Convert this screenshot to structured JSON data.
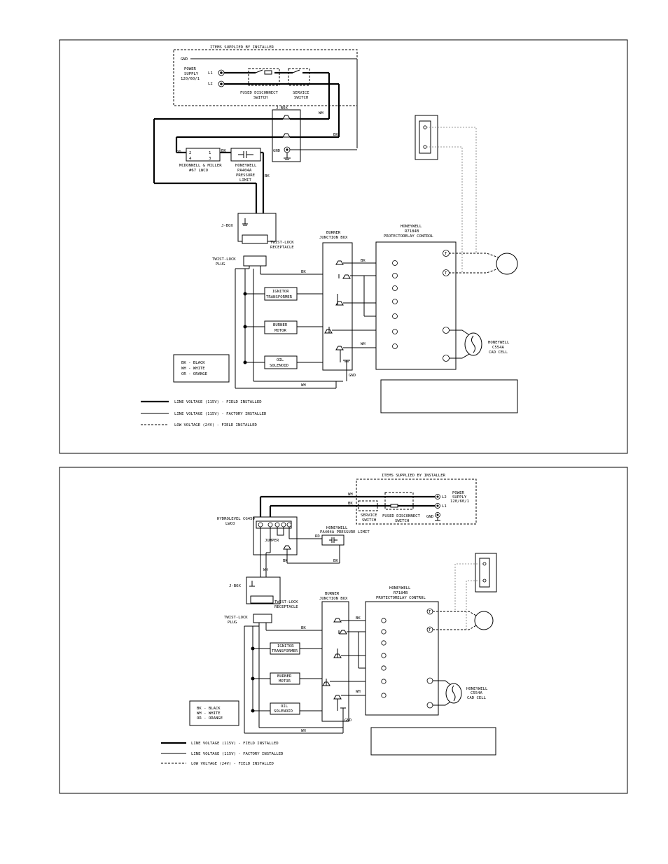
{
  "diagram_top": {
    "items_supplied": "ITEMS SUPPLIED BY INSTALLER",
    "gnd": "GND",
    "power_supply": [
      "POWER",
      "SUPPLY",
      "120/60/1"
    ],
    "l1": "L1",
    "l2": "L2",
    "fused_disconnect": [
      "FUSED DISCONNECT",
      "SWITCH"
    ],
    "service_switch": [
      "SERVICE",
      "SWITCH"
    ],
    "jbox": "J-BOX",
    "wh": "WH",
    "bk": "BK",
    "rd": "RD",
    "lwco": [
      "MCDONNELL & MILLER",
      "#67 LWCO"
    ],
    "lwco_terms": [
      "2",
      "1",
      "4",
      "3"
    ],
    "pressure_limit": [
      "HONEYWELL",
      "PA404A",
      "PRESSURE",
      "LIMIT"
    ],
    "twist_receptacle": [
      "TWIST-LOCK",
      "RECEPTACLE"
    ],
    "twist_plug": [
      "TWIST-LOCK",
      "PLUG"
    ],
    "burner_jbox": [
      "BURNER",
      "JUNCTION BOX"
    ],
    "control": [
      "HONEYWELL",
      "R7184B",
      "PROTECTORELAY CONTROL"
    ],
    "t": "T",
    "ignitor": [
      "IGNITOR",
      "TRANSFORMER"
    ],
    "motor": [
      "BURNER",
      "MOTOR"
    ],
    "solenoid": [
      "OIL",
      "SOLENOID"
    ],
    "cad_cell": [
      "HONEYWELL",
      "C554A",
      "CAD CELL"
    ],
    "legend": [
      "BK - BLACK",
      "WH - WHITE",
      "OR - ORANGE"
    ],
    "line_legend": [
      "LINE VOLTAGE (115V) - FIELD INSTALLED",
      "LINE VOLTAGE (115V) - FACTORY INSTALLED",
      "LOW VOLTAGE (24V) - FIELD INSTALLED"
    ]
  },
  "diagram_bottom": {
    "items_supplied": "ITEMS SUPPLIED BY INSTALLER",
    "gnd": "GND",
    "power_supply": [
      "POWER",
      "SUPPLY",
      "120/60/1"
    ],
    "l1": "L1",
    "l2": "L2",
    "fused_disconnect": [
      "FUSED DISCONNECT",
      "SWITCH"
    ],
    "service_switch": [
      "SERVICE",
      "SWITCH"
    ],
    "jbox": "J-BOX",
    "wh": "WH",
    "bk": "BK",
    "rd": "RD",
    "lwco": [
      "HYDROLEVEL CG450",
      "LWCO"
    ],
    "jumper": "JUMPER",
    "pressure_limit": [
      "HONEYWELL",
      "PA404A PRESSURE LIMIT"
    ],
    "twist_receptacle": [
      "TWIST-LOCK",
      "RECEPTACLE"
    ],
    "twist_plug": [
      "TWIST-LOCK",
      "PLUG"
    ],
    "burner_jbox": [
      "BURNER",
      "JUNCTION BOX"
    ],
    "control": [
      "HONEYWELL",
      "R7184B",
      "PROTECTORELAY CONTROL"
    ],
    "t": "T",
    "ignitor": [
      "IGNITOR",
      "TRANSFORMER"
    ],
    "motor": [
      "BURNER",
      "MOTOR"
    ],
    "solenoid": [
      "OIL",
      "SOLENOID"
    ],
    "cad_cell": [
      "HONEYWELL",
      "C554A",
      "CAD CELL"
    ],
    "legend": [
      "BK - BLACK",
      "WH - WHITE",
      "OR - ORANGE"
    ],
    "line_legend": [
      "LINE VOLTAGE (115V) - FIELD INSTALLED",
      "LINE VOLTAGE (115V) - FACTORY INSTALLED",
      "LOW VOLTAGE (24V) - FIELD INSTALLED"
    ]
  }
}
